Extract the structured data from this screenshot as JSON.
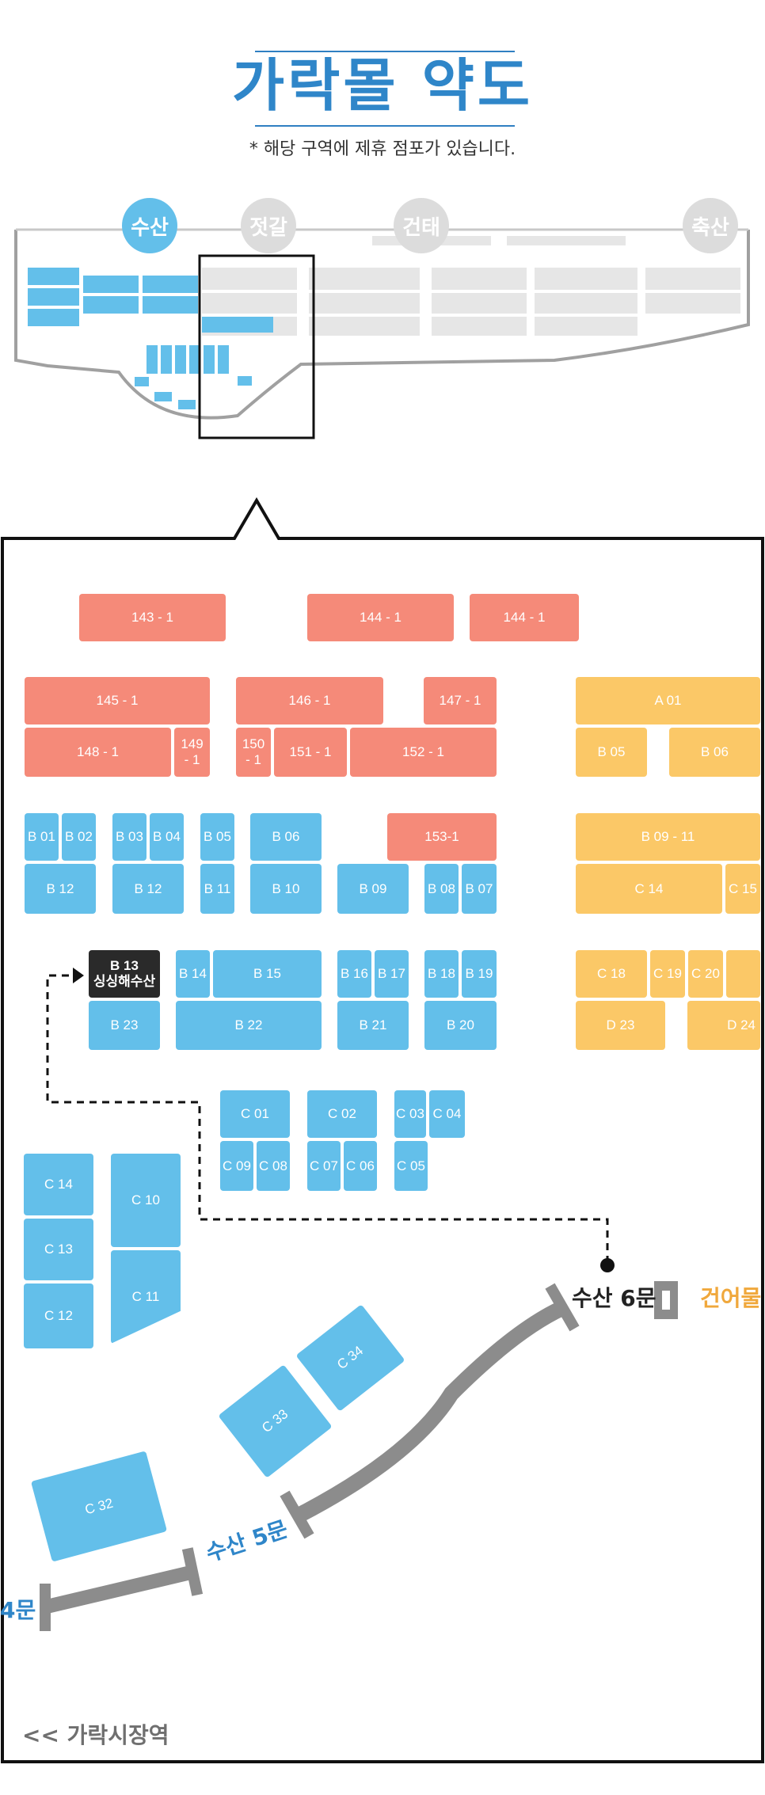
{
  "header": {
    "title": "가락몰 약도",
    "subtitle": "* 해당 구역에 제휴 점포가 있습니다."
  },
  "overview": {
    "zones": [
      "수산",
      "젓갈",
      "건태",
      "축산"
    ],
    "active_zone": "수산"
  },
  "colors": {
    "red": "#f58a79",
    "blue": "#63bfea",
    "yellow": "#fbc867",
    "highlight": "#2a2a2a",
    "title_blue": "#2f86c9",
    "gate_gray": "#8c8c8c"
  },
  "stalls": {
    "red": [
      "143 - 1",
      "144 - 1",
      "144 - 1",
      "145 - 1",
      "146 - 1",
      "147 - 1",
      "148 - 1",
      "149\n- 1",
      "150\n- 1",
      "151 - 1",
      "152 - 1",
      "153-1"
    ],
    "yellow": [
      "A 01",
      "B 05",
      "B 06",
      "B 09 - 11",
      "C 14",
      "C 15",
      "C 18",
      "C 19",
      "C 20",
      "D 23",
      "D 24"
    ],
    "blue_row1": [
      "B 01",
      "B 02",
      "B 03",
      "B 04",
      "B 05",
      "B 06",
      "B 12",
      "B 12",
      "B 11",
      "B 10",
      "B 09",
      "B 08",
      "B 07"
    ],
    "blue_row2": [
      "B 14",
      "B 15",
      "B 16",
      "B 17",
      "B 18",
      "B 19",
      "B 23",
      "B 22",
      "B 21",
      "B 20"
    ],
    "blue_row3": [
      "C 01",
      "C 02",
      "C 03",
      "C 04",
      "C 09",
      "C 08",
      "C 07",
      "C 06",
      "C 05"
    ],
    "blue_left": [
      "C 14",
      "C 13",
      "C 12",
      "C 10",
      "C 11",
      "C 34",
      "C 33",
      "C 32"
    ]
  },
  "highlight_stall": {
    "code": "B 13",
    "name": "싱싱해수산"
  },
  "gates": {
    "gate6": "수산 6문",
    "gate5": "수산 5문",
    "gate4": "4문",
    "building": "건어물"
  },
  "footer": {
    "back_link": "<< 가락시장역"
  }
}
